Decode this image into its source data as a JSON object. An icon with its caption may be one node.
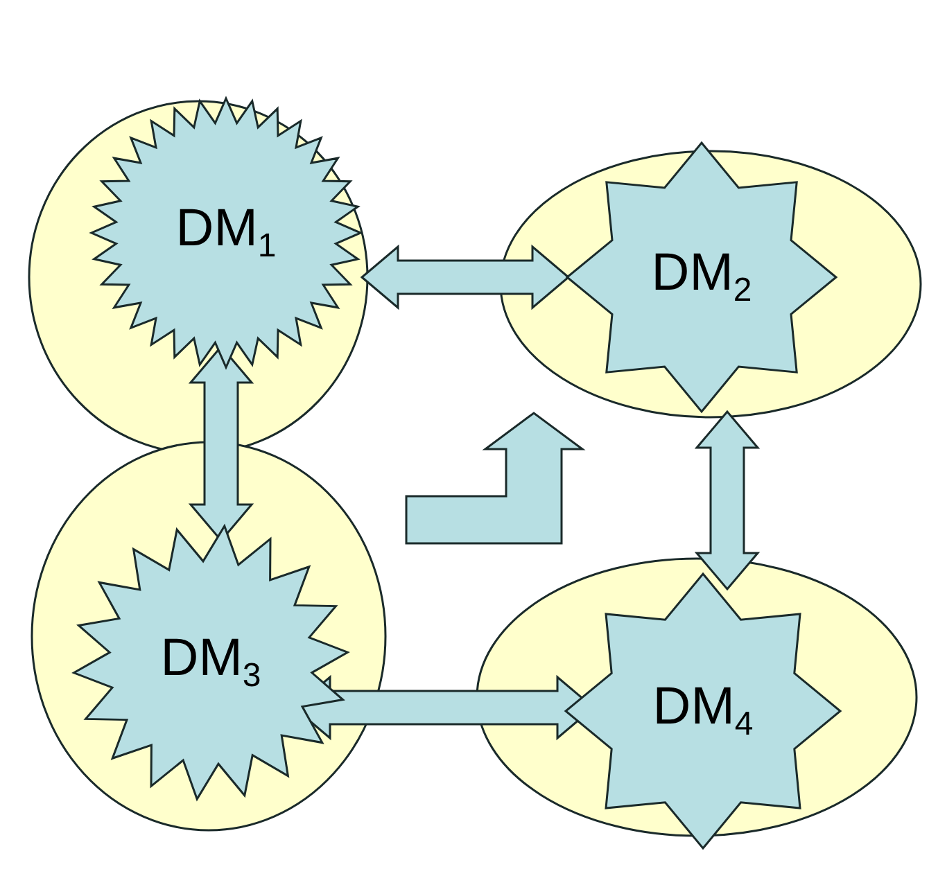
{
  "diagram": {
    "nodes": [
      {
        "text": [],
        "shape": "circle"
      },
      {
        "text": [
          "DM$_{1}$"
        ],
        "in": 0
      },
      {
        "text": [],
        "shape": "circle"
      },
      {
        "text": [
          "DM$_{2}$"
        ],
        "in": 2
      },
      {
        "text": [],
        "shape": "circle"
      },
      {
        "text": [
          "DM$_{3}$"
        ],
        "in": 4
      },
      {
        "text": [],
        "shape": "circle"
      },
      {
        "text": [
          "DM$_{4}$"
        ],
        "in": 6
      }
    ],
    "edges": [
      {
        "from": 1,
        "to": 3,
        "arrow": "both"
      },
      {
        "from": 1,
        "to": 5,
        "arrow": "both"
      },
      {
        "from": 3,
        "to": 7,
        "arrow": "both"
      },
      {
        "from": 5,
        "to": 7,
        "arrow": "both"
      }
    ]
  }
}
